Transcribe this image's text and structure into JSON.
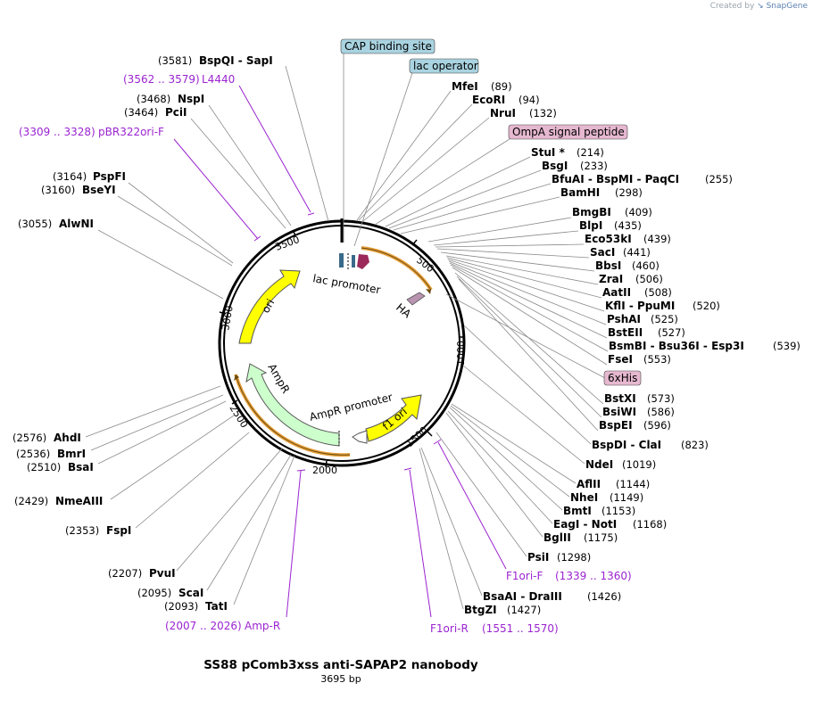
{
  "credit": {
    "prefix": "Created by",
    "brand": "SnapGene"
  },
  "plasmid": {
    "name": "SS88 pComb3xss anti-SAPAP2 nanobody",
    "size_label": "3695 bp",
    "length": 3695
  },
  "ticks": [
    "500",
    "1000",
    "1500",
    "2000",
    "2500",
    "3000",
    "3500"
  ],
  "boxed_features": [
    {
      "label": "CAP binding site",
      "fill": "#a9d3e0"
    },
    {
      "label": "lac operator",
      "fill": "#a9d3e0"
    },
    {
      "label": "OmpA signal peptide",
      "fill": "#e6b8d0"
    },
    {
      "label": "6xHis",
      "fill": "#e6b8d0"
    }
  ],
  "features": [
    {
      "label": "ori",
      "fill": "#ffff00"
    },
    {
      "label": "lac promoter",
      "fill": "#ffffff"
    },
    {
      "label": "HA",
      "fill": "#b994b0"
    },
    {
      "label": "AmpR",
      "fill": "#ccffcc"
    },
    {
      "label": "AmpR promoter",
      "fill": "#ffffff"
    },
    {
      "label": "f1 ori",
      "fill": "#ffff00"
    }
  ],
  "right_sites": [
    {
      "name": "MfeI",
      "pos": "(89)"
    },
    {
      "name": "EcoRI",
      "pos": "(94)"
    },
    {
      "name": "NruI",
      "pos": "(132)"
    },
    {
      "name": "StuI *",
      "pos": "(214)"
    },
    {
      "name": "BsgI",
      "pos": "(233)"
    },
    {
      "name": "BfuAI  -  BspMI  -  PaqCI",
      "pos": "(255)"
    },
    {
      "name": "BamHI",
      "pos": "(298)"
    },
    {
      "name": "BmgBI",
      "pos": "(409)"
    },
    {
      "name": "BlpI",
      "pos": "(435)"
    },
    {
      "name": "Eco53kI",
      "pos": "(439)"
    },
    {
      "name": "SacI",
      "pos": "(441)"
    },
    {
      "name": "BbsI",
      "pos": "(460)"
    },
    {
      "name": "ZraI",
      "pos": "(506)"
    },
    {
      "name": "AatII",
      "pos": "(508)"
    },
    {
      "name": "KflI  -  PpuMI",
      "pos": "(520)"
    },
    {
      "name": "PshAI",
      "pos": "(525)"
    },
    {
      "name": "BstEII",
      "pos": "(527)"
    },
    {
      "name": "BsmBI  -  Bsu36I  -  Esp3I",
      "pos": "(539)"
    },
    {
      "name": "FseI",
      "pos": "(553)"
    },
    {
      "name": "BstXI",
      "pos": "(573)"
    },
    {
      "name": "BsiWI",
      "pos": "(586)"
    },
    {
      "name": "BspEI",
      "pos": "(596)"
    },
    {
      "name": "BspDI  -  ClaI",
      "pos": "(823)"
    },
    {
      "name": "NdeI",
      "pos": "(1019)"
    },
    {
      "name": "AflII",
      "pos": "(1144)"
    },
    {
      "name": "NheI",
      "pos": "(1149)"
    },
    {
      "name": "BmtI",
      "pos": "(1153)"
    },
    {
      "name": "EagI  -  NotI",
      "pos": "(1168)"
    },
    {
      "name": "BglII",
      "pos": "(1175)"
    },
    {
      "name": "PsiI",
      "pos": "(1298)"
    },
    {
      "name": "BsaAI  -  DraIII",
      "pos": "(1426)"
    },
    {
      "name": "BtgZI",
      "pos": "(1427)"
    }
  ],
  "left_sites": [
    {
      "name": "BspQI  -  SapI",
      "pos": "(3581)"
    },
    {
      "name": "NspI",
      "pos": "(3468)"
    },
    {
      "name": "PciI",
      "pos": "(3464)"
    },
    {
      "name": "PspFI",
      "pos": "(3164)"
    },
    {
      "name": "BseYI",
      "pos": "(3160)"
    },
    {
      "name": "AlwNI",
      "pos": "(3055)"
    },
    {
      "name": "AhdI",
      "pos": "(2576)"
    },
    {
      "name": "BmrI",
      "pos": "(2536)"
    },
    {
      "name": "BsaI",
      "pos": "(2510)"
    },
    {
      "name": "NmeAIII",
      "pos": "(2429)"
    },
    {
      "name": "FspI",
      "pos": "(2353)"
    },
    {
      "name": "PvuI",
      "pos": "(2207)"
    },
    {
      "name": "ScaI",
      "pos": "(2095)"
    },
    {
      "name": "TatI",
      "pos": "(2093)"
    }
  ],
  "primers": [
    {
      "name": "L4440",
      "range": "(3562 .. 3579)"
    },
    {
      "name": "pBR322ori-F",
      "range": "(3309 .. 3328)"
    },
    {
      "name": "F1ori-F",
      "range": "(1339 .. 1360)"
    },
    {
      "name": "F1ori-R",
      "range": "(1551 .. 1570)"
    },
    {
      "name": "Amp-R",
      "range": "(2007 .. 2026)"
    }
  ],
  "colors": {
    "primer": "#9b24d0",
    "leader": "#8a8a8a",
    "orf_arc": "#e8a23c"
  }
}
